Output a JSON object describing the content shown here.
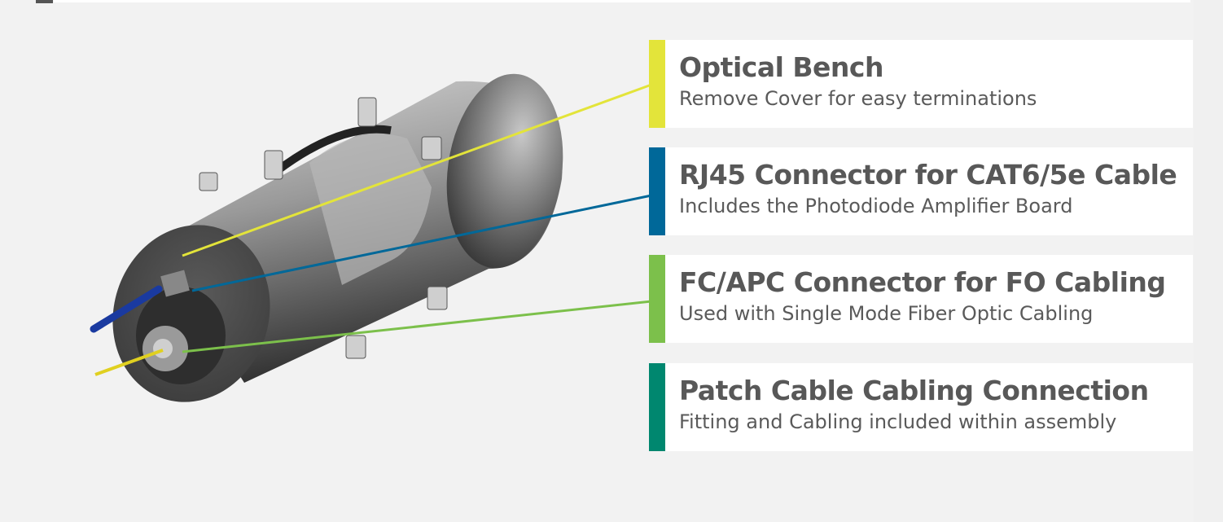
{
  "callouts": [
    {
      "title": "Optical Bench",
      "description": "Remove Cover for easy terminations",
      "color": "#e3e43a"
    },
    {
      "title": "RJ45 Connector for CAT6/5e Cable",
      "description": "Includes the Photodiode Amplifier Board",
      "color": "#006899"
    },
    {
      "title": "FC/APC Connector for FO Cabling",
      "description": "Used with Single Mode Fiber Optic Cabling",
      "color": "#7cc04b"
    },
    {
      "title": "Patch Cable Cabling Connection",
      "description": "Fitting and Cabling included within assembly",
      "color": "#00876f"
    }
  ]
}
